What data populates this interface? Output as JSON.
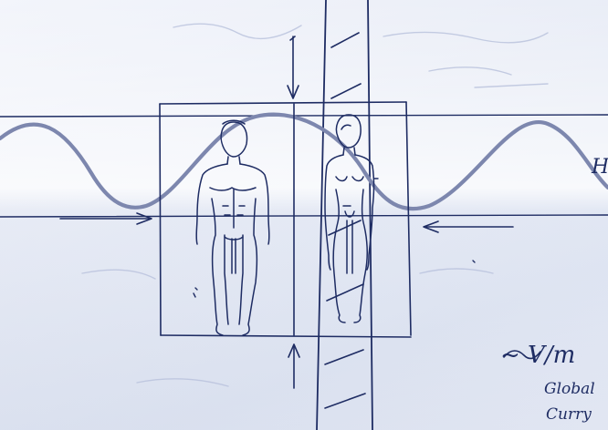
{
  "annotations": {
    "unit_label": "~ V/m",
    "line1": "Global",
    "line2": "Curry",
    "wave_tag": "H"
  },
  "colors": {
    "ink": "#1e2c63",
    "wave": "#7d87ae",
    "paper": "#e9edf6"
  },
  "icons": [
    "male-figure-icon",
    "female-figure-icon",
    "arrow-right-icon",
    "arrow-left-icon",
    "arrow-down-icon",
    "arrow-up-icon"
  ]
}
